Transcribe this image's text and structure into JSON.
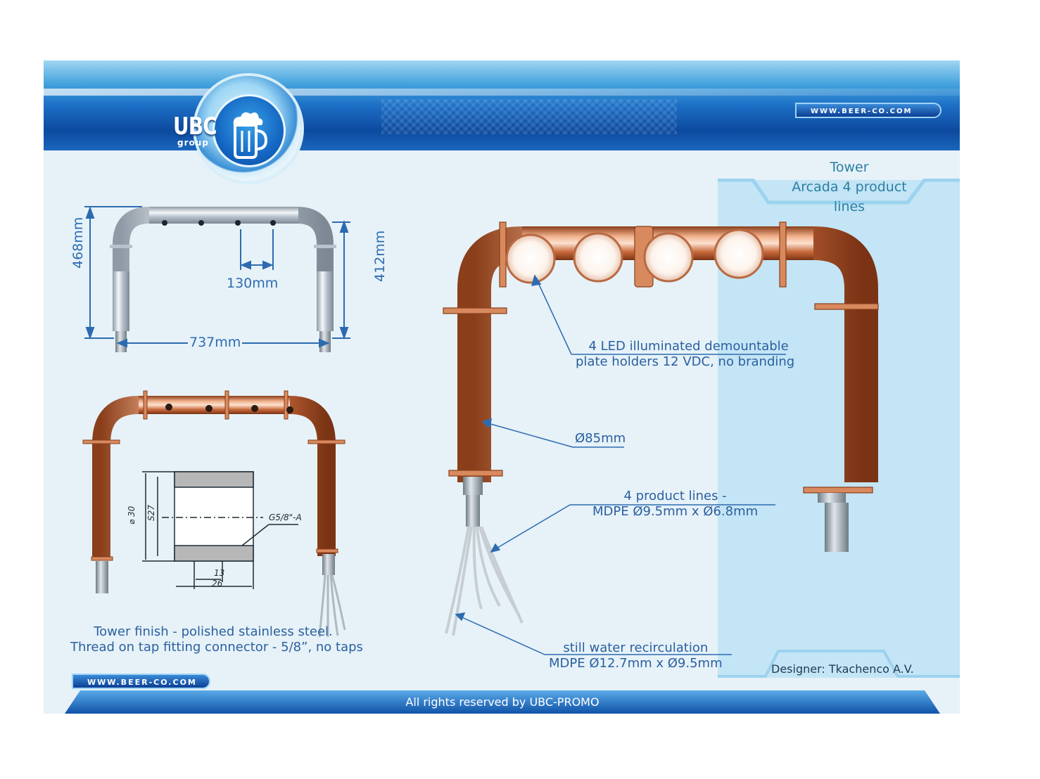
{
  "header": {
    "brand": "UBC",
    "brand_sub": "group",
    "url_top": "WWW.BEER-CO.COM"
  },
  "product": {
    "category": "Tower",
    "name": "Arcada 4 product lines"
  },
  "dimensions": {
    "height_total": "468mm",
    "height_inner": "412mm",
    "tap_spacing": "130mm",
    "width": "737mm"
  },
  "fitting_drawing": {
    "diameter": "⌀ 30",
    "length": "S27",
    "thread": "G5/8\"-A",
    "inner": "13",
    "outer": "26"
  },
  "callouts": {
    "led_line1": "4 LED illuminated demountable",
    "led_line2": "plate holders 12 VDC, no branding",
    "diameter": "Ø85mm",
    "lines_line1": "4 product lines -",
    "lines_line2": "MDPE Ø9.5mm  x  Ø6.8mm",
    "water_line1": "still water recirculation",
    "water_line2": "MDPE Ø12.7mm  x  Ø9.5mm"
  },
  "finish": {
    "line1": "Tower finish - polished stainless steel.",
    "line2": "Thread on tap fitting connector - 5/8”, no taps"
  },
  "footer": {
    "url_bottom": "WWW.BEER-CO.COM",
    "designer": "Designer: Tkachenco A.V.",
    "rights": "All rights reserved by UBC-PROMO"
  },
  "colors": {
    "accent_blue": "#1d6fc6",
    "copper": "#d98a5c",
    "chrome": "#c9d3dd",
    "text_blue": "#2b5fa0"
  }
}
